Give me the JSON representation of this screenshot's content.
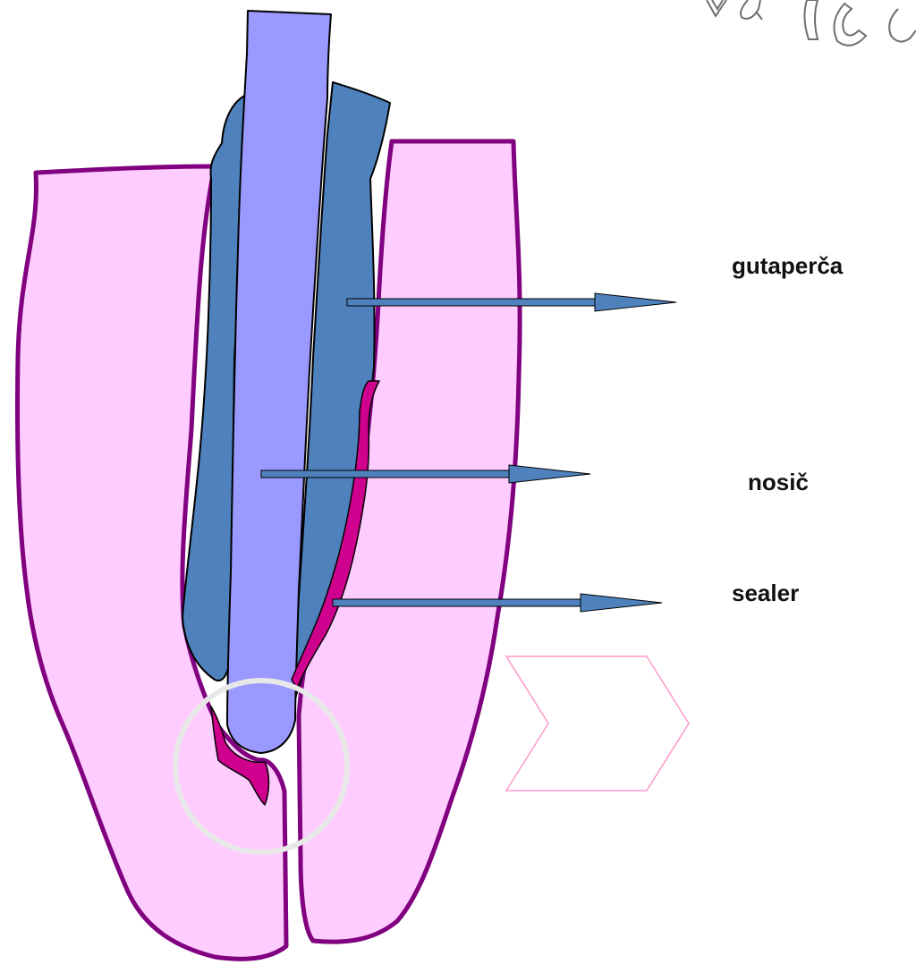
{
  "labels": {
    "gutaperca": "gutaperča",
    "nosic": "nosič",
    "sealer": "sealer"
  },
  "icons": {
    "next": "chevron-right-icon"
  },
  "colors": {
    "tooth_fill": "#FFCCFF",
    "tooth_outline": "#800080",
    "carrier": "#9999FF",
    "gutta_percha": "#4F81BD",
    "sealer": "#D0008E",
    "arrow": "#4F81BD",
    "apex_circle": "#E8E8E8",
    "nav_chevron": "#FF99CC"
  }
}
